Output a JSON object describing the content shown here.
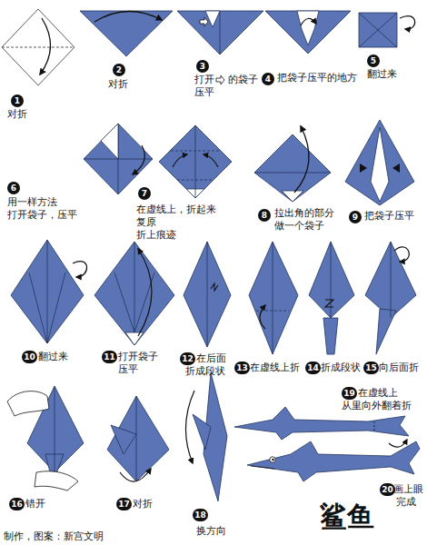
{
  "diagram": {
    "title": "鲨鱼",
    "labels": [
      "1",
      "对折",
      "2",
      "对折",
      "3",
      "打开",
      "的袋子",
      "压平",
      "4",
      "把袋子压平的地方",
      "5",
      "翻过来",
      "6",
      "用一样方法",
      "打开袋子，压平",
      "7",
      "在虚线上，折起来",
      "复原",
      "折上痕迹",
      "8",
      "拉出角的部分",
      "做一个袋子",
      "9",
      "把袋子压平",
      "10",
      "翻过来",
      "11",
      "打开袋子",
      "压平",
      "12",
      "在后面",
      "折成段状",
      "13",
      "在虚线上折",
      "14",
      "折成段状",
      "15",
      "向后面折",
      "16",
      "错开",
      "17",
      "对折",
      "18",
      "换方向",
      "19",
      "在虚线上",
      "从里向外翻着折",
      "20",
      "画上眼",
      "完成",
      "制作，图案：新宫文明"
    ]
  }
}
